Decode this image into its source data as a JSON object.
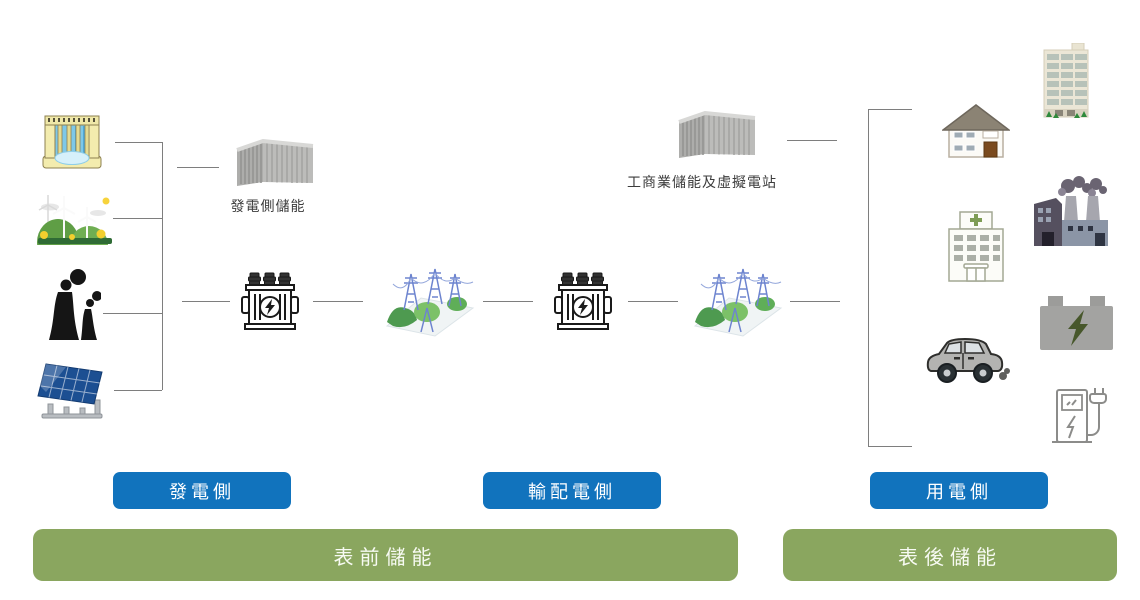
{
  "palette": {
    "button_blue": "#1173BD",
    "bar_green": "#8AA65F",
    "line_gray": "#7E7E7E",
    "label_color": "#3C3C3C"
  },
  "storage_labels": {
    "generation_storage": "發電側儲能",
    "commercial_storage": "工商業儲能及虛擬電站"
  },
  "buttons": [
    {
      "id": "generation-side",
      "label": "發電側"
    },
    {
      "id": "transmission-side",
      "label": "輸配電側"
    },
    {
      "id": "consumption-side",
      "label": "用電側"
    }
  ],
  "meter_bars": [
    {
      "id": "front-of-meter",
      "label": "表前儲能"
    },
    {
      "id": "behind-the-meter",
      "label": "表後儲能"
    }
  ],
  "icons": {
    "generation": [
      "hydro-dam-icon",
      "wind-farm-icon",
      "thermal-plant-icon",
      "solar-panel-icon"
    ],
    "grid": [
      "storage-container-icon",
      "transformer-icon",
      "transmission-towers-icon",
      "transformer-icon",
      "transmission-towers-icon",
      "storage-container-icon"
    ],
    "consumption": [
      "house-icon",
      "office-building-icon",
      "hospital-icon",
      "factory-icon",
      "battery-icon",
      "car-icon",
      "ev-charger-icon"
    ]
  }
}
